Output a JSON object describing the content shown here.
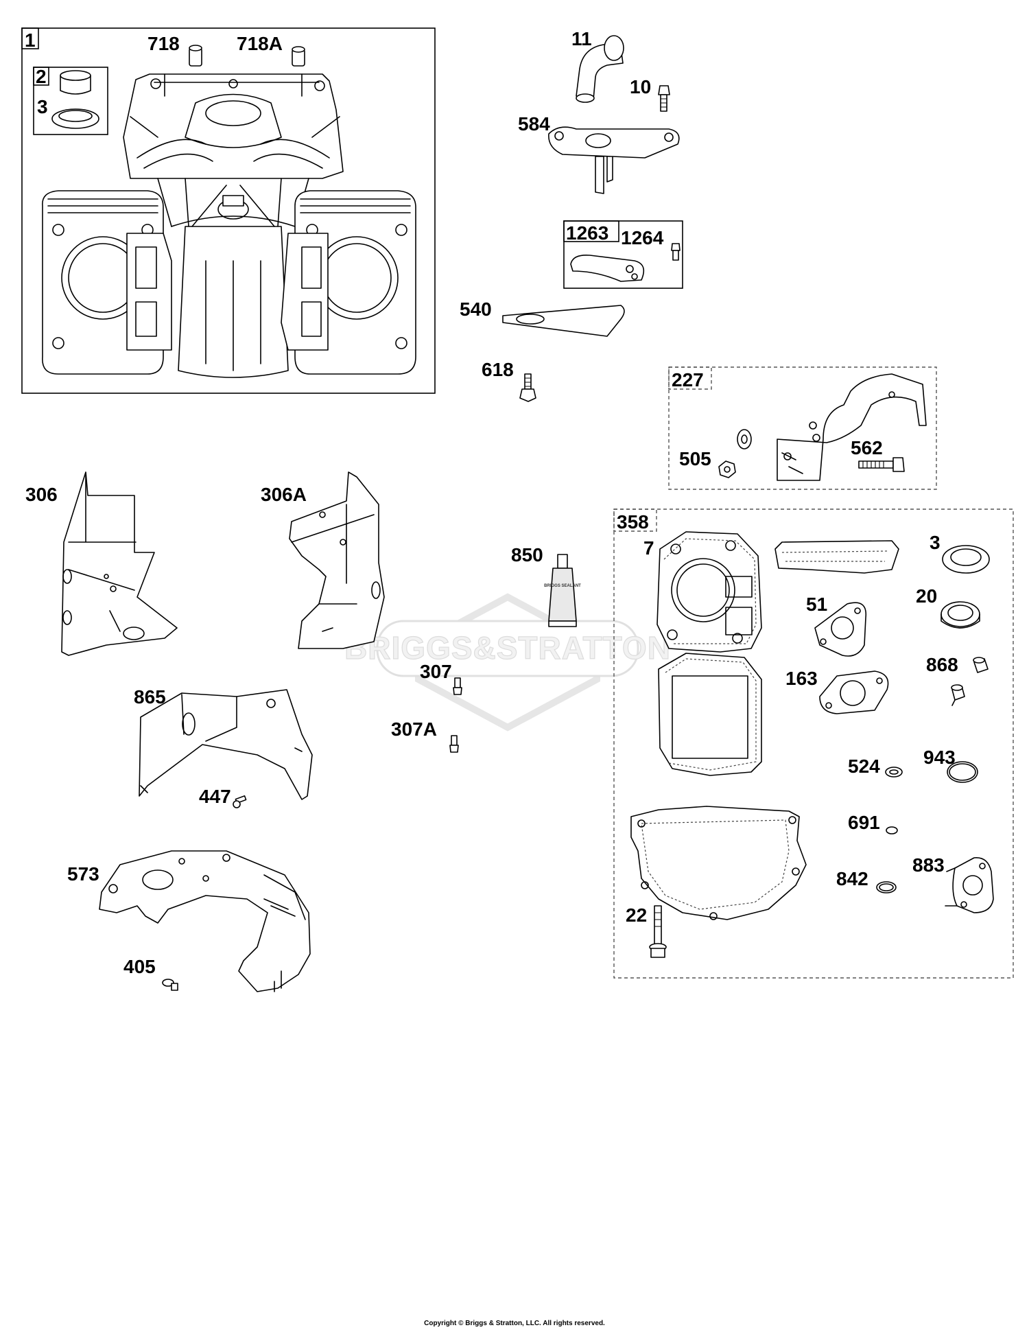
{
  "watermark": "BRIGGS&STRATTON",
  "sealant_tube_text": "BRIGGS SEALANT",
  "copyright": "Copyright © Briggs & Stratton, LLC. All rights reserved.",
  "callouts": {
    "c1": "1",
    "c2": "2",
    "c3a": "3",
    "c718": "718",
    "c718A": "718A",
    "c11": "11",
    "c10": "10",
    "c584": "584",
    "c1263": "1263",
    "c1264": "1264",
    "c540": "540",
    "c618": "618",
    "c227": "227",
    "c505": "505",
    "c562": "562",
    "c306": "306",
    "c306A": "306A",
    "c850": "850",
    "c307": "307",
    "c307A": "307A",
    "c865": "865",
    "c447": "447",
    "c573": "573",
    "c405": "405",
    "c358": "358",
    "c7": "7",
    "c3b": "3",
    "c20": "20",
    "c51": "51",
    "c163": "163",
    "c868": "868",
    "c524": "524",
    "c943": "943",
    "c691": "691",
    "c883": "883",
    "c842": "842",
    "c22": "22"
  }
}
